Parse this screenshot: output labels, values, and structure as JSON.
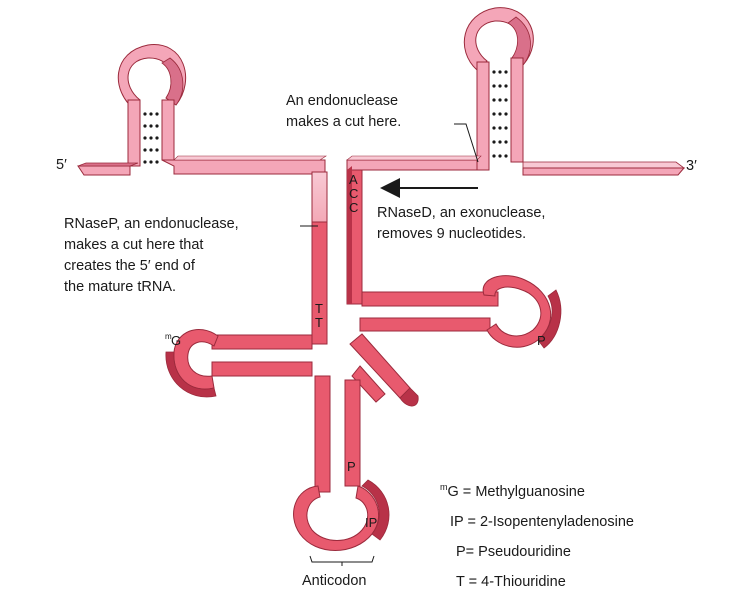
{
  "labels": {
    "five_prime": "5′",
    "three_prime": "3′",
    "endonuclease_cut": [
      "An endonuclease",
      "makes a cut here."
    ],
    "rnased": [
      "RNaseD, an exonuclease,",
      "removes 9 nucleotides."
    ],
    "rnasep": [
      "RNaseP, an endonuclease,",
      "makes a cut here that",
      "creates the 5′ end of",
      "the mature tRNA."
    ],
    "anticodon": "Anticodon"
  },
  "base_letters": {
    "acc": [
      "A",
      "C",
      "C"
    ],
    "tt": [
      "T",
      "T"
    ],
    "mg_sup": "m",
    "mg": "G",
    "p_right": "P",
    "p_bottom": "P",
    "ip": "IP"
  },
  "legend": [
    {
      "sup": "m",
      "symbol": "G",
      "sep": " = ",
      "meaning": "Methylguanosine"
    },
    {
      "sup": "",
      "symbol": "IP",
      "sep": " = ",
      "meaning": "2-Isopentenyladenosine"
    },
    {
      "sup": "",
      "symbol": "P",
      "sep": "= ",
      "meaning": "Pseudouridine"
    },
    {
      "sup": "",
      "symbol": "T",
      "sep": " = ",
      "meaning": "4-Thiouridine"
    }
  ],
  "colors": {
    "precursor": "#f4a6b8",
    "precursor_dark": "#d9708a",
    "mature": "#e85a6e",
    "mature_dark": "#b83248",
    "outline": "#9b2a3c"
  }
}
